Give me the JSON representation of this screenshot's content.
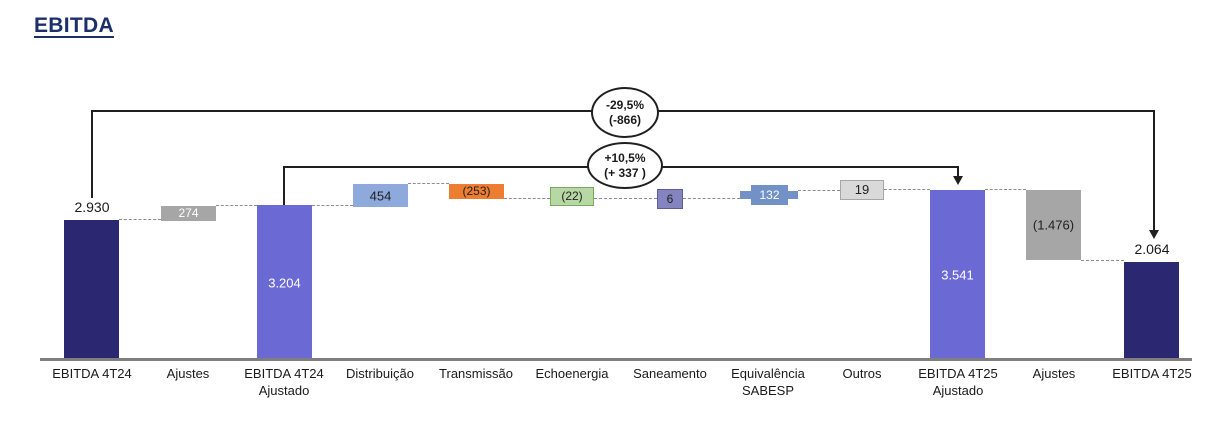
{
  "page_title": "EBITDA",
  "colors": {
    "title": "#1d2f6b",
    "total_bar": "#2B2770",
    "adjusted_total_bar": "#6B69D4",
    "adjustment_bar": "#A6A6A6",
    "axis_line": "#7f7f7f"
  },
  "chart_data": {
    "type": "waterfall",
    "title": "EBITDA",
    "grid": false,
    "connector_style": "dashed",
    "ylim": [
      0,
      3700
    ],
    "categories": [
      "EBITDA 4T24",
      "Ajustes",
      "EBITDA 4T24 Ajustado",
      "Distribuição",
      "Transmissão",
      "Echoenergia",
      "Saneamento",
      "Equivalência SABESP",
      "Outros",
      "EBITDA 4T25 Ajustado",
      "Ajustes",
      "EBITDA 4T25"
    ],
    "steps": [
      {
        "category": "EBITDA 4T24",
        "category_display": "EBITDA 4T24",
        "value": 2930,
        "display": "2.930",
        "kind": "total",
        "color": "#2B2770"
      },
      {
        "category": "Ajustes",
        "category_display": "Ajustes",
        "value": 274,
        "display": "274",
        "kind": "increase",
        "color": "#A6A6A6"
      },
      {
        "category": "EBITDA 4T24 Ajustado",
        "category_display": "EBITDA 4T24\nAjustado",
        "value": 3204,
        "display": "3.204",
        "kind": "total",
        "color": "#6B69D4"
      },
      {
        "category": "Distribuição",
        "category_display": "Distribuição",
        "value": 454,
        "display": "454",
        "kind": "increase",
        "color": "#8EA9DB"
      },
      {
        "category": "Transmissão",
        "category_display": "Transmissão",
        "value": -253,
        "display": "(253)",
        "kind": "decrease",
        "color": "#ED7D31"
      },
      {
        "category": "Echoenergia",
        "category_display": "Echoenergia",
        "value": -22,
        "display": "(22)",
        "kind": "decrease",
        "color": "#B7D8A5"
      },
      {
        "category": "Saneamento",
        "category_display": "Saneamento",
        "value": 6,
        "display": "6",
        "kind": "increase",
        "color": "#8684C0"
      },
      {
        "category": "Equivalência SABESP",
        "category_display": "Equivalência\nSABESP",
        "value": 132,
        "display": "132",
        "kind": "increase",
        "color": "#7291C7"
      },
      {
        "category": "Outros",
        "category_display": "Outros",
        "value": 19,
        "display": "19",
        "kind": "increase",
        "color": "#D9D9D9"
      },
      {
        "category": "EBITDA 4T25 Ajustado",
        "category_display": "EBITDA 4T25\nAjustado",
        "value": 3541,
        "display": "3.541",
        "kind": "total",
        "color": "#6B69D4"
      },
      {
        "category": "Ajustes",
        "category_display": "Ajustes",
        "value": -1476,
        "display": "(1.476)",
        "kind": "decrease",
        "color": "#A6A6A6"
      },
      {
        "category": "EBITDA 4T25",
        "category_display": "EBITDA 4T25",
        "value": 2064,
        "display": "2.064",
        "kind": "total",
        "color": "#2B2770"
      }
    ],
    "annotations": [
      {
        "label": "-29,5%",
        "sublabel": "(-866)",
        "from": "EBITDA 4T24",
        "to": "EBITDA 4T25"
      },
      {
        "label": "+10,5%",
        "sublabel": "(+ 337 )",
        "from": "EBITDA 4T24 Ajustado",
        "to": "EBITDA 4T25 Ajustado"
      }
    ]
  }
}
